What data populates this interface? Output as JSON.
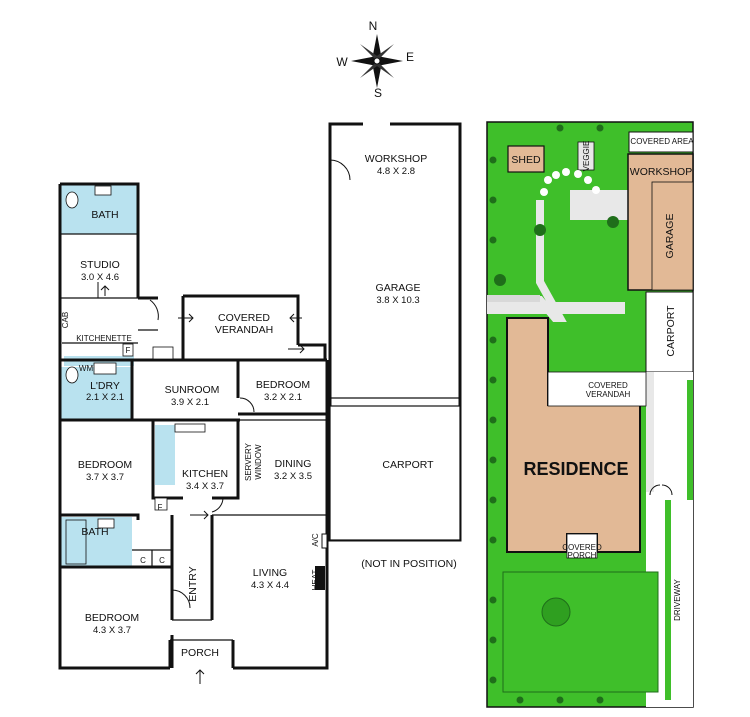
{
  "compass": {
    "n": "N",
    "s": "S",
    "e": "E",
    "w": "W"
  },
  "colors": {
    "wet_area": "#b9e2ef",
    "lawn": "#3fbf2a",
    "hedge": "#1f6e1a",
    "building_fill": "#e2b996",
    "outline": "#111111"
  },
  "floor_plan": {
    "studio": {
      "name": "STUDIO",
      "dims": "3.0 X 4.6"
    },
    "bath_top": {
      "name": "BATH"
    },
    "cab": "CAB",
    "kitchenette": "KITCHENETTE",
    "fridge": "F",
    "wm": "WM",
    "laundry": {
      "name": "L'DRY",
      "dims": "2.1 X 2.1"
    },
    "covered_verandah": {
      "line1": "COVERED",
      "line2": "VERANDAH"
    },
    "sunroom": {
      "name": "SUNROOM",
      "dims": "3.9 X 2.1"
    },
    "bedroom_small": {
      "name": "BEDROOM",
      "dims": "3.2 X 2.1"
    },
    "bedroom_mid": {
      "name": "BEDROOM",
      "dims": "3.7 X 3.7"
    },
    "kitchen": {
      "name": "KITCHEN",
      "dims": "3.4 X 3.7"
    },
    "servery": {
      "line1": "SERVERY",
      "line2": "WINDOW"
    },
    "dining": {
      "name": "DINING",
      "dims": "3.2 X 3.5"
    },
    "bath_bottom": {
      "name": "BATH"
    },
    "cupboard": "C",
    "entry": "ENTRY",
    "living": {
      "name": "LIVING",
      "dims": "4.3 X 4.4"
    },
    "ac": "A/C",
    "heat": "HEAT",
    "bedroom_main": {
      "name": "BEDROOM",
      "dims": "4.3 X 3.7"
    },
    "porch": "PORCH"
  },
  "outbuilding": {
    "workshop": {
      "name": "WORKSHOP",
      "dims": "4.8 X 2.8"
    },
    "garage": {
      "name": "GARAGE",
      "dims": "3.8 X 10.3"
    },
    "carport": "CARPORT",
    "note": "(NOT IN POSITION)"
  },
  "site_plan": {
    "shed": "SHED",
    "veggie": "VEGGIE",
    "covered_area": "COVERED AREA",
    "workshop": "WORKSHOP",
    "garage": "GARAGE",
    "carport": "CARPORT",
    "covered_verandah": {
      "line1": "COVERED",
      "line2": "VERANDAH"
    },
    "residence": "RESIDENCE",
    "covered_porch": {
      "line1": "COVERED",
      "line2": "PORCH"
    },
    "driveway": "DRIVEWAY"
  }
}
